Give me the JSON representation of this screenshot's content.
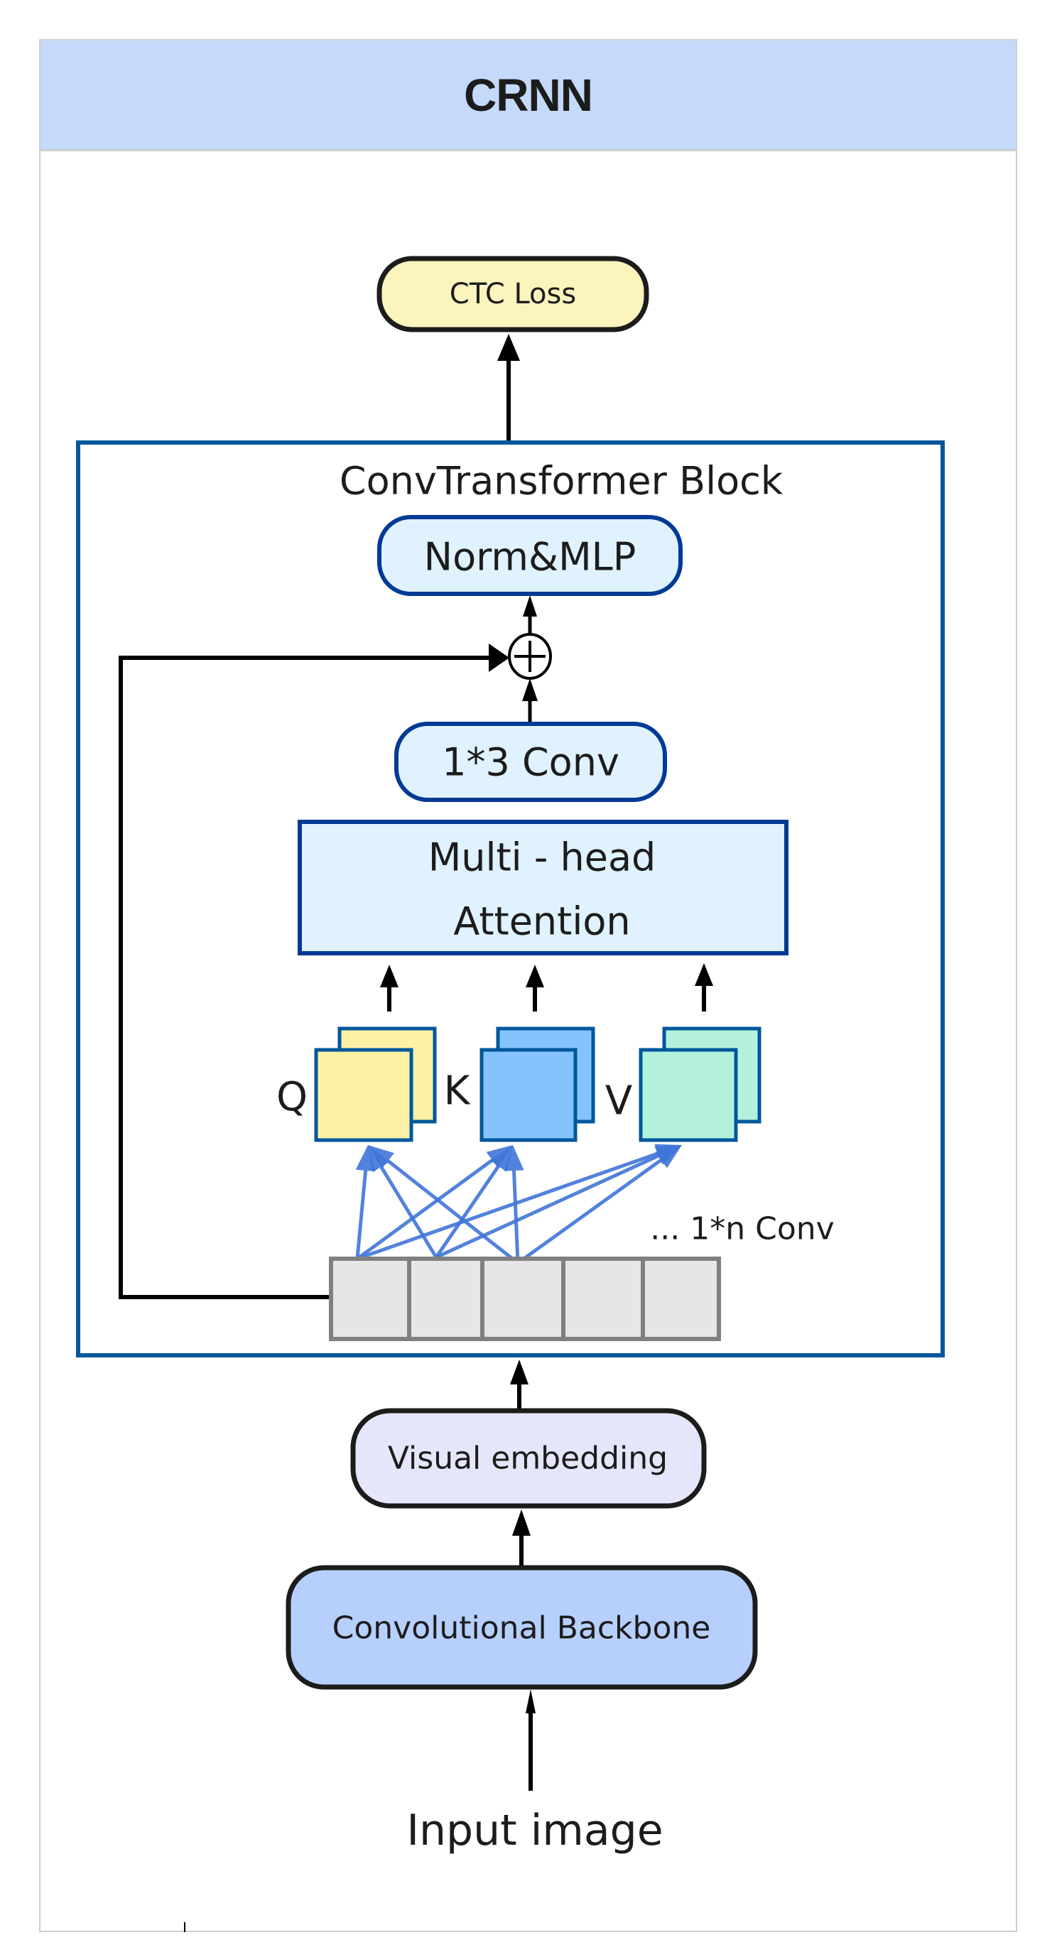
{
  "title": "CRNN",
  "nodes": {
    "ctc_loss": "CTC Loss",
    "block_title": "ConvTransformer Block",
    "norm_mlp": "Norm&MLP",
    "conv13": "1*3 Conv",
    "mha_line1": "Multi - head",
    "mha_line2": "Attention",
    "q_label": "Q",
    "k_label": "K",
    "v_label": "V",
    "conv1n": "... 1*n Conv",
    "visual_embedding": "Visual embedding",
    "backbone": "Convolutional Backbone",
    "input": "Input image"
  },
  "token_count": 5,
  "colors": {
    "header_bg": "#c5d9fb",
    "ctc_fill": "#fbf4bd",
    "block_border": "#00579b",
    "inner_border": "#003a94",
    "inner_fill": "#dff2fd",
    "q_fill": "#fdf1a5",
    "k_fill": "#84c3fd",
    "v_fill": "#b3f1dd",
    "qkv_border": "#00579b",
    "token_fill": "#e6e6e6",
    "token_border": "#808080",
    "attn_arrow": "#3f74d8",
    "visual_fill": "#e6e6fb",
    "backbone_fill": "#b6cffc"
  }
}
